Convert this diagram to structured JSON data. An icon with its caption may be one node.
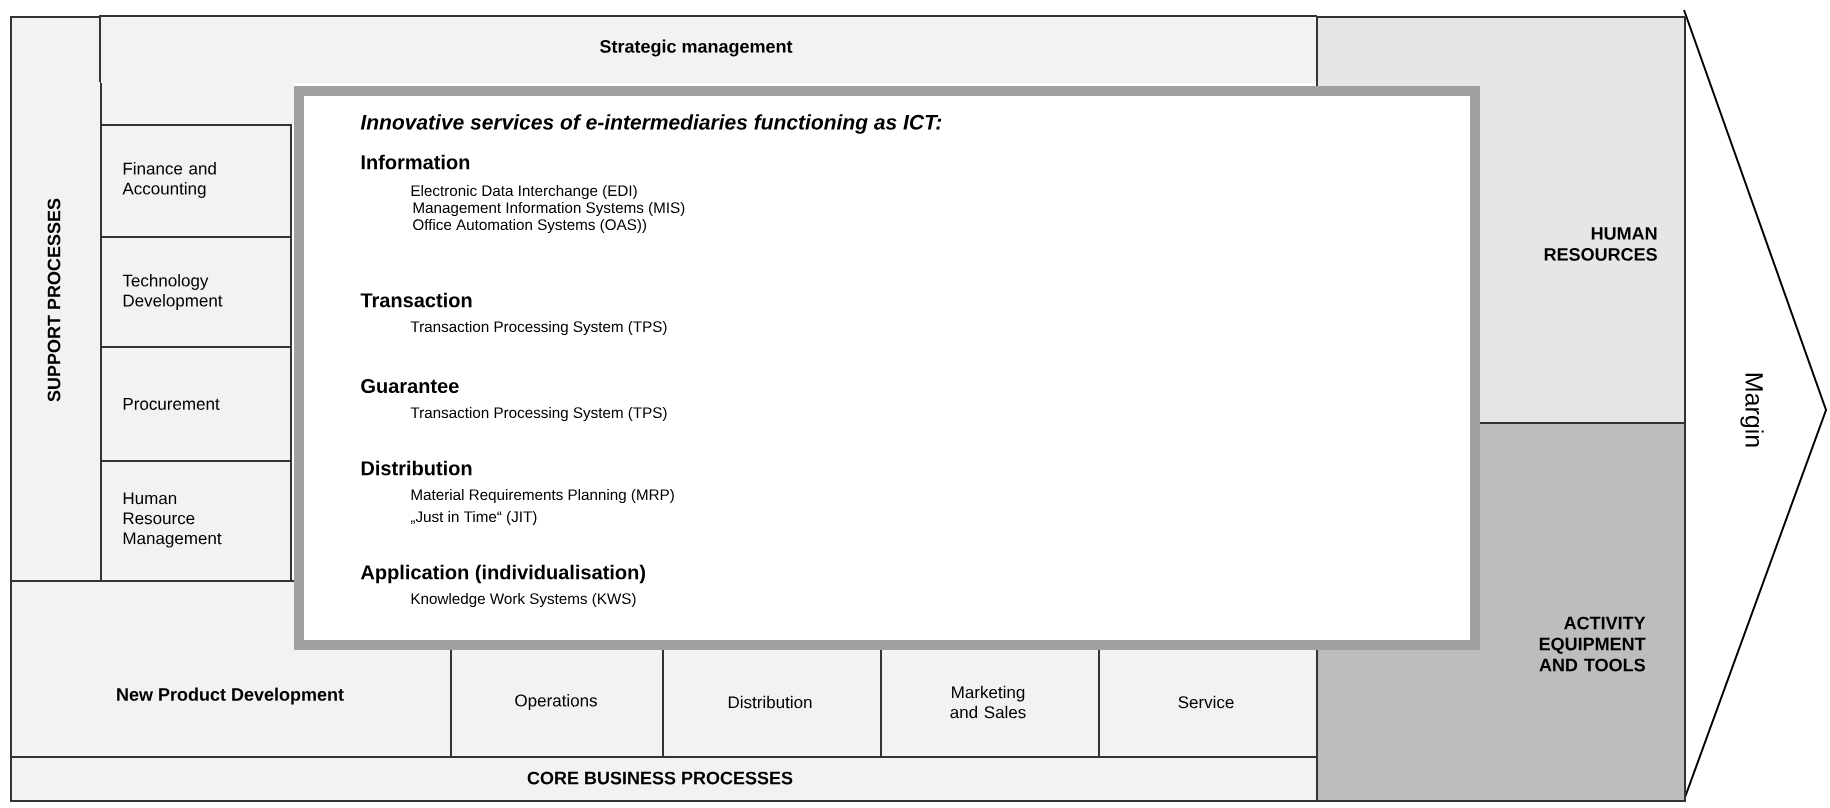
{
  "diagram": {
    "nodes": [
      {
        "text": [
          "SUPPORT PROCESSES"
        ]
      },
      {
        "text": [
          "Strategic management"
        ]
      },
      {
        "text": [
          "Finance and Accounting"
        ]
      },
      {
        "text": [
          "Technology Development"
        ]
      },
      {
        "text": [
          "Procurement"
        ]
      },
      {
        "text": [
          "Human Resource Management"
        ]
      },
      {
        "text": [
          "Innovative services of e-intermediaries functioning as ICT:",
          "Information",
          "Electronic Data Interchange (EDI)",
          "Management Information Systems (MIS)",
          "Office Automation Systems (OAS))",
          "Transaction",
          "Transaction Processing System (TPS)",
          "Guarantee",
          "Transaction Processing System (TPS)",
          "Distribution",
          "Material Requirements Planning (MRP)",
          "„Just in Time“ (JIT)",
          "Application (individualisation)",
          "Knowledge Work Systems (KWS)"
        ]
      },
      {
        "text": [
          "HUMAN RESOURCES"
        ]
      },
      {
        "text": [
          "Margin"
        ]
      },
      {
        "text": [
          "ACTIVITY EQUIPMENT AND TOOLS"
        ]
      },
      {
        "text": [
          "New Product Development"
        ]
      },
      {
        "text": [
          "Operations"
        ]
      },
      {
        "text": [
          "Distribution"
        ]
      },
      {
        "text": [
          "Marketing and Sales"
        ]
      },
      {
        "text": [
          "Service"
        ]
      },
      {
        "text": [
          "CORE BUSINESS PROCESSES"
        ]
      }
    ]
  }
}
